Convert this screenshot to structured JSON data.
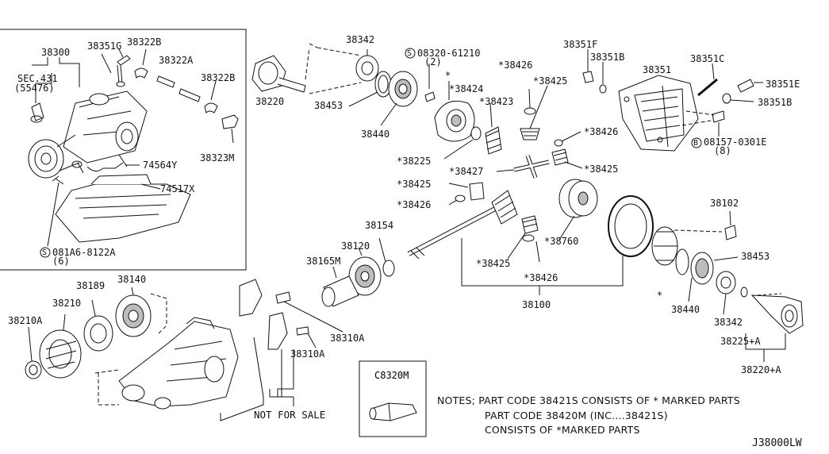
{
  "colors": {
    "line": "#111111",
    "fill": "#ffffff",
    "shade": "#bdbdbd",
    "dark": "#555555"
  },
  "labels": {
    "p38300": "38300",
    "sec431": "SEC.431",
    "sec431sub": "(55476)",
    "p38351G": "38351G",
    "p38322B_a": "38322B",
    "p38322A": "38322A",
    "p38322B_b": "38322B",
    "p38323M": "38323M",
    "p74564Y": "74564Y",
    "p74517X": "74517X",
    "bolt081A6": "081A6-8122A",
    "bolt081A6qty": "(6)",
    "p38220": "38220",
    "p38342_top": "38342",
    "p38453_top": "38453",
    "p38440_top": "38440",
    "bolt08320": "08320-61210",
    "bolt08320qty": "(2)",
    "star_top": "*",
    "p38424": "*38424",
    "p38423": "*38423",
    "p38426_a": "*38426",
    "p38425_a": "*38425",
    "p38225": "*38225",
    "p38427": "*38427",
    "p38425_b": "*38425",
    "p38426_b": "*38426",
    "p38351F": "38351F",
    "p38351B_a": "38351B",
    "p38351": "38351",
    "p38351C": "38351C",
    "p38351E": "38351E",
    "p38351B_b": "38351B",
    "bolt08157": "08157-0301E",
    "bolt08157qty": "(8)",
    "p38425_c": "*38425",
    "p38426_c": "*38426",
    "p38154": "38154",
    "p38120": "38120",
    "p38165M": "38165M",
    "p38425_d": "*38425",
    "p38760": "*38760",
    "p38426_d": "*38426",
    "p38100": "38100",
    "p38102": "38102",
    "p38453_r": "38453",
    "star_r": "*",
    "p38440_r": "38440",
    "p38342_r": "38342",
    "p38225A": "38225+A",
    "p38220A": "38220+A",
    "p38189": "38189",
    "p38140": "38140",
    "p38210": "38210",
    "p38210A": "38210A",
    "p38310A_a": "38310A",
    "p38310A_b": "38310A",
    "not_for_sale": "NOT FOR SALE",
    "c8320m": "C8320M",
    "circle_s": "S",
    "circle_b": "B"
  },
  "notes": {
    "line1": "NOTES; PART CODE 38421S CONSISTS OF * MARKED PARTS",
    "line2": "PART CODE 38420M (INC....38421S)",
    "line3": "CONSISTS OF *MARKED PARTS"
  },
  "diagram_code": "J38000LW"
}
